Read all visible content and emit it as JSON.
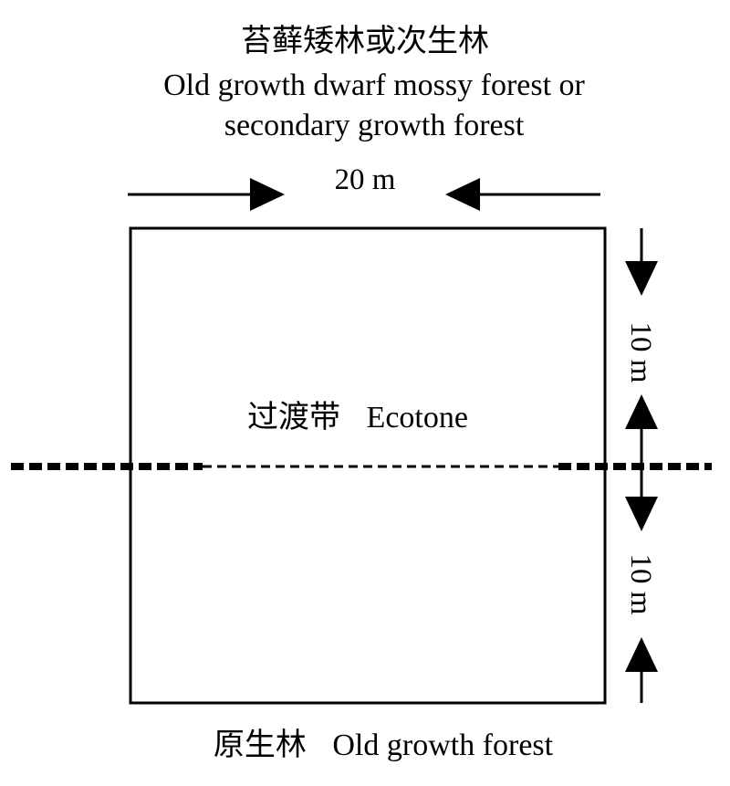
{
  "top_label": {
    "chinese": "苔藓矮林或次生林",
    "english_line1": "Old growth dwarf mossy forest or",
    "english_line2": "secondary growth forest"
  },
  "width_dimension": "20 m",
  "ecotone_label": {
    "chinese": "过渡带",
    "english": "Ecotone"
  },
  "upper_height_dimension": "10 m",
  "lower_height_dimension": "10 m",
  "bottom_label": {
    "chinese": "原生林",
    "english": "Old growth forest"
  },
  "colors": {
    "line": "#000000",
    "background": "#ffffff"
  }
}
